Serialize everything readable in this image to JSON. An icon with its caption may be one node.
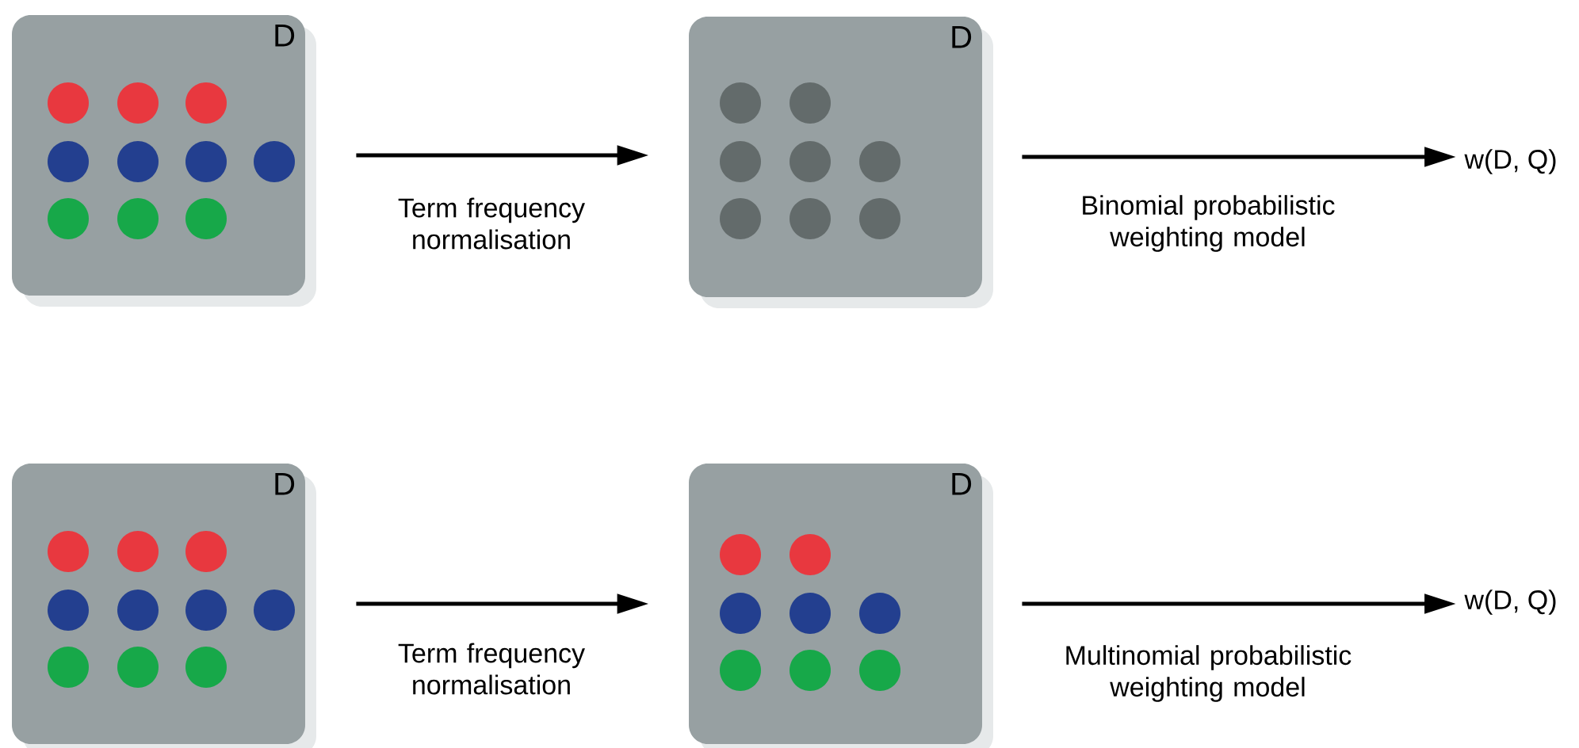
{
  "diagram": {
    "nodes": [
      {
        "text": [
          "D"
        ]
      },
      {
        "text": [
          "D"
        ]
      },
      {
        "text": [
          "w(D, Q)"
        ]
      },
      {
        "text": [
          "D"
        ]
      },
      {
        "text": [
          "D"
        ]
      },
      {
        "text": [
          "w(D, Q)"
        ]
      }
    ],
    "edges": [
      {
        "from": 0,
        "to": 1,
        "arrow": "to",
        "label": "Term frequency normalisation"
      },
      {
        "from": 1,
        "to": 2,
        "arrow": "to",
        "label": "Binomial probabilistic weighting model"
      },
      {
        "from": 3,
        "to": 4,
        "arrow": "to",
        "label": "Term frequency normalisation"
      },
      {
        "from": 4,
        "to": 5,
        "arrow": "to",
        "label": "Multinomial probabilistic weighting model"
      }
    ]
  }
}
